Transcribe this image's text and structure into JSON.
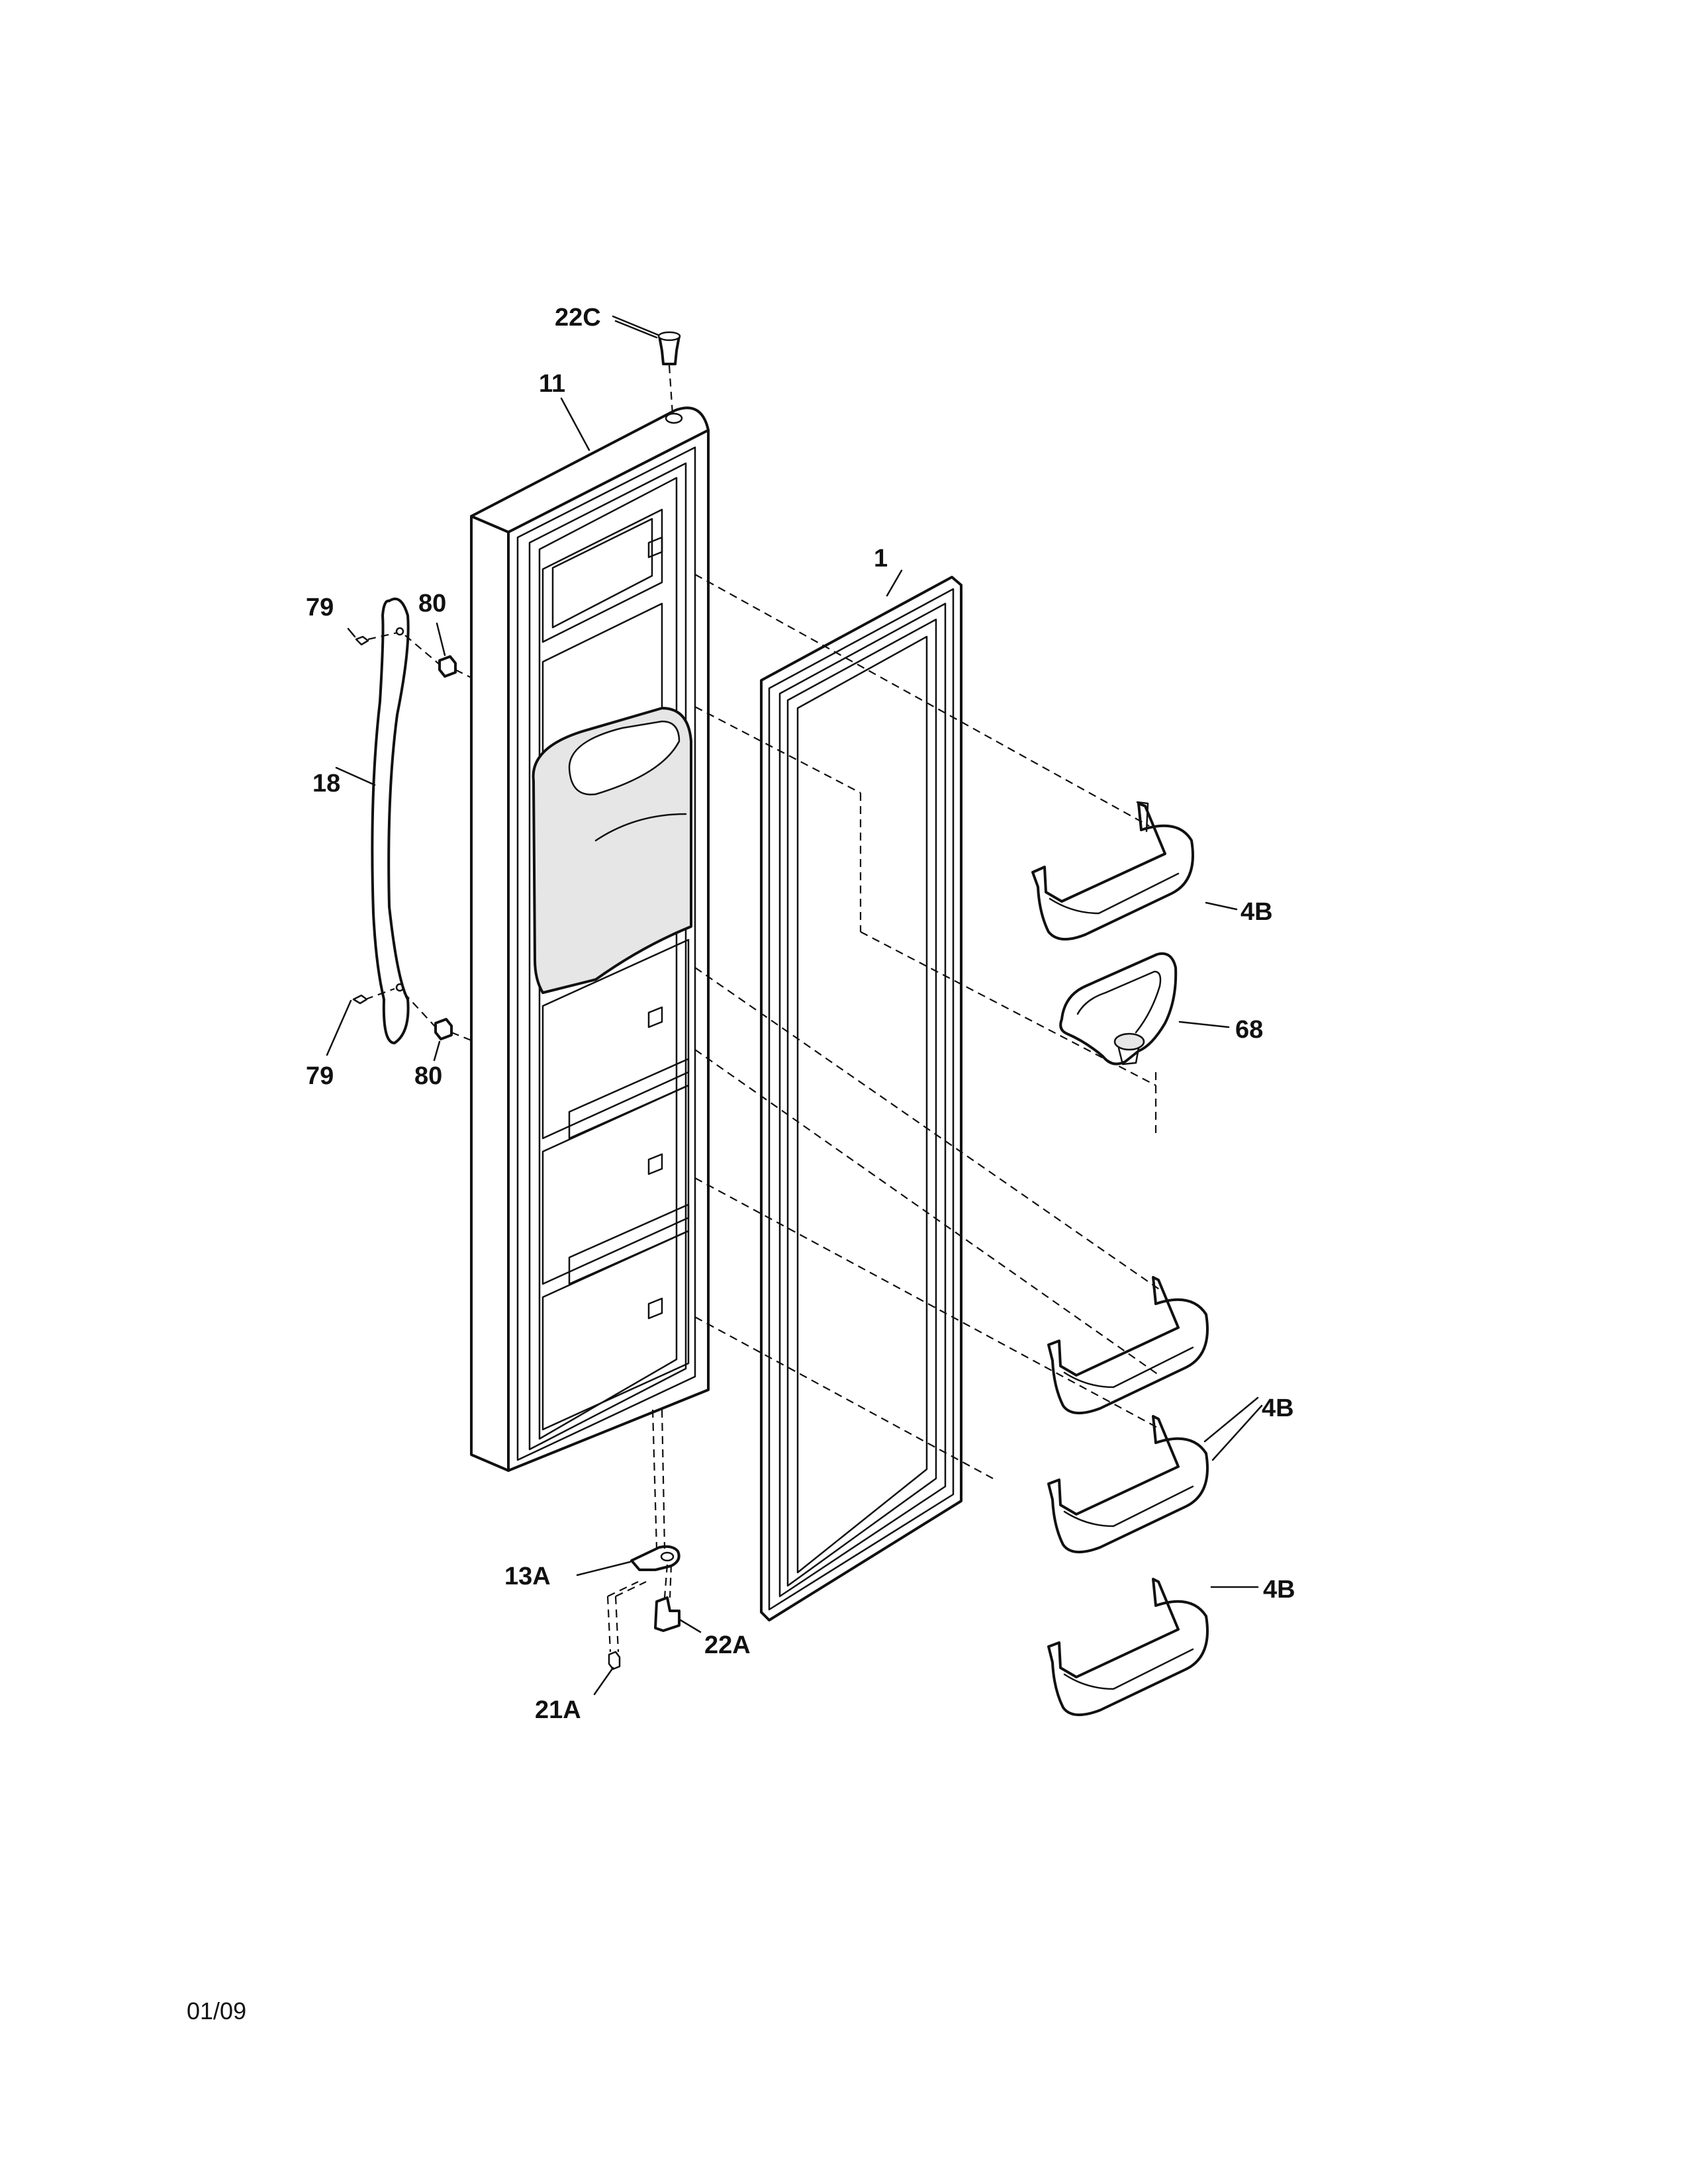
{
  "parts": {
    "label_22C": "22C",
    "label_11": "11",
    "label_1": "1",
    "label_79_top": "79",
    "label_80_top": "80",
    "label_18": "18",
    "label_79_bottom": "79",
    "label_80_bottom": "80",
    "label_4B_top": "4B",
    "label_68": "68",
    "label_4B_middle": "4B",
    "label_4B_bottom": "4B",
    "label_13A": "13A",
    "label_22A": "22A",
    "label_21A": "21A"
  },
  "footer": {
    "date_code": "01/09"
  },
  "icons": [
    "door-panel-icon",
    "door-gasket-icon",
    "door-handle-icon",
    "door-bin-icon",
    "ice-chute-funnel-icon",
    "hinge-bracket-icon",
    "hinge-pin-icon",
    "screw-icon",
    "stop-nut-icon",
    "bushing-icon"
  ]
}
